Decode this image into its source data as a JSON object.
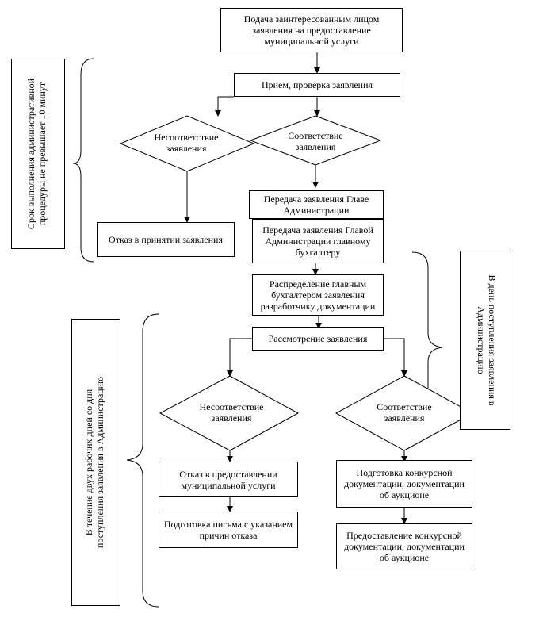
{
  "boxes": {
    "submit": "Подача заинтересованным  лицом заявления на предоставление муниципальной  услуги",
    "receive": "Прием, проверка заявления",
    "refuse_accept": "Отказ в принятии заявления",
    "transfer_head": "Передача заявления Главе Администрации",
    "transfer_accountant": "Передача заявления Главой Администрации главному бухгалтеру",
    "distribute": "Распределение  главным бухгалтером  заявления разработчику документации",
    "review": "Рассмотрение заявления",
    "refuse_service": "Отказ в предоставлении муниципальной услуги",
    "letter": "Подготовка письма с указанием  причин  отказа",
    "prepare_docs": "Подготовка конкурсной документации, документации об аукционе",
    "provide_docs": "Предоставление конкурсной документации, документации об аукционе"
  },
  "diamonds": {
    "mismatch_1": "Несоответствие заявления",
    "match_1": "Соответствие заявления",
    "mismatch_2": "Несоответствие заявления",
    "match_2": "Соответствие заявления"
  },
  "side_notes": {
    "left_top": "Срок выполнения административной\nпроцедуры не превышает 10 минут",
    "left_bottom": "В течение двух рабочих дней со дня\nпоступления заявления в  Администрацию",
    "right": "В день поступления заявления в\nАдминистрацию"
  }
}
